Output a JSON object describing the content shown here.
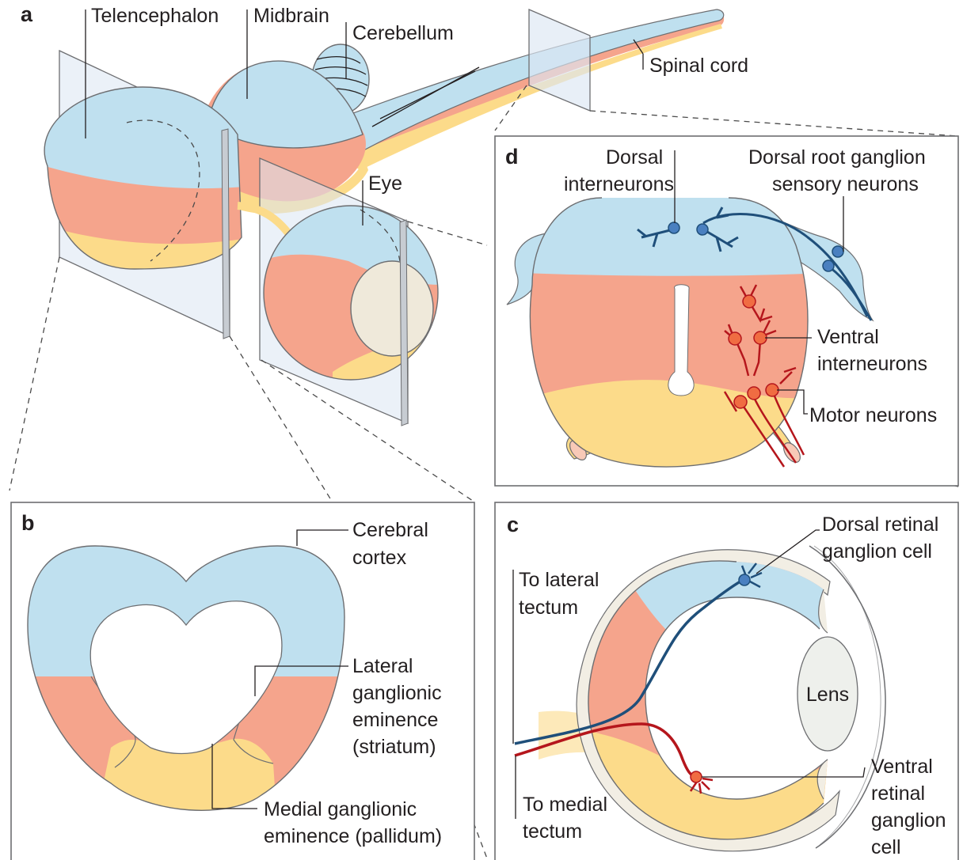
{
  "colors": {
    "dorsal": "#bfe0ef",
    "lateral": "#f5a48c",
    "ventral": "#fcdb8a",
    "dorsal_neuron": "#1f4f7a",
    "ventral_neuron": "#b5161c",
    "outline": "#6d6e71"
  },
  "panels": {
    "a": {
      "letter": "a",
      "labels": {
        "telencephalon": "Telencephalon",
        "midbrain": "Midbrain",
        "cerebellum": "Cerebellum",
        "spinal_cord": "Spinal cord",
        "eye": "Eye"
      }
    },
    "b": {
      "letter": "b",
      "labels": {
        "cerebral_cortex": [
          "Cerebral",
          "cortex"
        ],
        "lateral_eminence": [
          "Lateral",
          "ganglionic",
          "eminence",
          "(striatum)"
        ],
        "medial_eminence": [
          "Medial ganglionic",
          "eminence (pallidum)"
        ]
      }
    },
    "c": {
      "letter": "c",
      "labels": {
        "dorsal_rgc": [
          "Dorsal retinal",
          "ganglion cell"
        ],
        "to_lateral": [
          "To lateral",
          "tectum"
        ],
        "lens": "Lens",
        "ventral_rgc": [
          "Ventral",
          "retinal",
          "ganglion",
          "cell"
        ],
        "to_medial": [
          "To medial",
          "tectum"
        ]
      }
    },
    "d": {
      "letter": "d",
      "labels": {
        "dorsal_interneurons": [
          "Dorsal",
          "interneurons"
        ],
        "drg_neurons": [
          "Dorsal root ganglion",
          "sensory neurons"
        ],
        "ventral_interneurons": [
          "Ventral",
          "interneurons"
        ],
        "motor_neurons": "Motor neurons"
      }
    }
  }
}
